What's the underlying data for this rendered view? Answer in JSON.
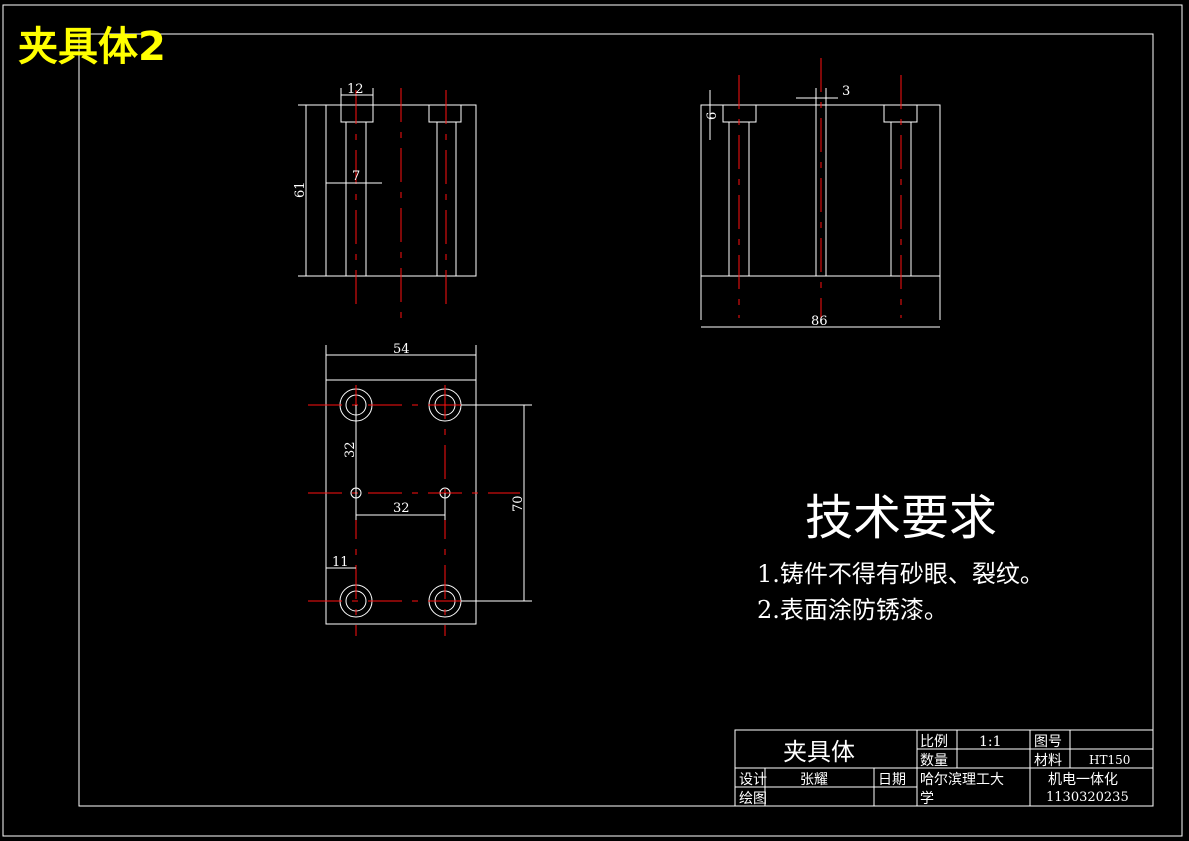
{
  "sheet": {
    "title": "夹具体2"
  },
  "dimensions": {
    "front_width_top": "12",
    "front_height": "61",
    "front_hole": "7",
    "side_gap": "3",
    "side_depth": "6",
    "side_length": "86",
    "top_width": "54",
    "top_spacing_v": "32",
    "top_spacing_h": "32",
    "top_edge": "11",
    "top_span": "70"
  },
  "requirements": {
    "heading": "技术要求",
    "items": [
      "1.铸件不得有砂眼、裂纹。",
      "2.表面涂防锈漆。"
    ]
  },
  "title_block": {
    "part_name": "夹具体",
    "scale_label": "比例",
    "scale_value": "1:1",
    "drawing_no_label": "图号",
    "quantity_label": "数量",
    "material_label": "材料",
    "material_value": "HT150",
    "design_label": "设计",
    "designer": "张耀",
    "date_label": "日期",
    "school": "哈尔滨理工大学",
    "draw_label": "绘图",
    "major": "机电一体化",
    "student_id": "1130320235"
  },
  "colors": {
    "background": "#000000",
    "lines": "#ffffff",
    "centerlines": "#ff1010",
    "title": "#ffff00"
  }
}
